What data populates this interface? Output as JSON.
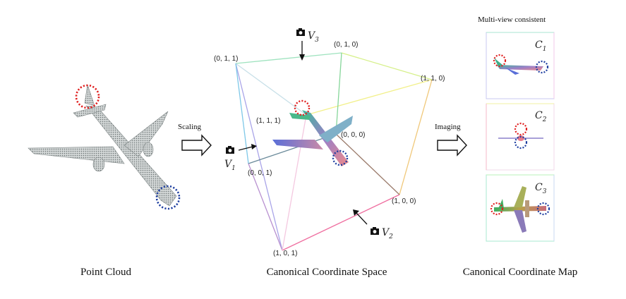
{
  "captions": {
    "point_cloud": "Point Cloud",
    "space": "Canonical Coordinate Space",
    "map": "Canonical Coordinate Map"
  },
  "arrows": {
    "scaling": "Scaling",
    "imaging": "Imaging"
  },
  "multiview_label": "Multi-view consistent",
  "cube_corners": {
    "c011": "(0, 1, 1)",
    "c010": "(0, 1, 0)",
    "c110": "(1, 1, 0)",
    "c111": "(1, 1, 1)",
    "c000": "(0, 0, 0)",
    "c001": "(0, 0, 1)",
    "c100": "(1, 0, 0)",
    "c101": "(1, 0, 1)"
  },
  "viewpoints": {
    "v1": {
      "letter": "V",
      "sub": "1"
    },
    "v2": {
      "letter": "V",
      "sub": "2"
    },
    "v3": {
      "letter": "V",
      "sub": "3"
    }
  },
  "maps": {
    "c1": {
      "letter": "C",
      "sub": "1"
    },
    "c2": {
      "letter": "C",
      "sub": "2"
    },
    "c3": {
      "letter": "C",
      "sub": "3"
    }
  },
  "colors": {
    "red_marker": "#e02020",
    "blue_marker": "#1f3fa0",
    "point_cloud": "#8a9090"
  },
  "icons": [
    "camera-icon",
    "arrow-icon"
  ]
}
